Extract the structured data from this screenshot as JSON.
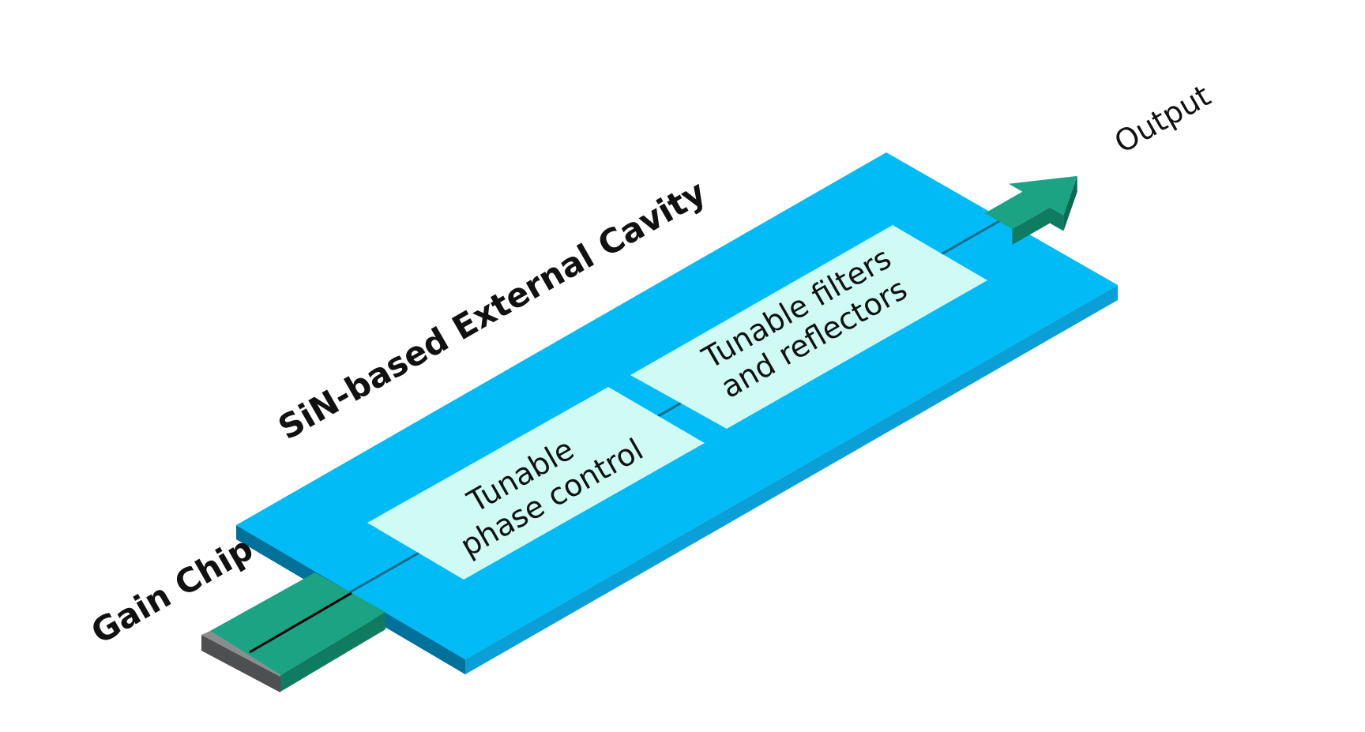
{
  "title": "SiN-based External Cavity",
  "gain_chip": "Gain Chip",
  "output": "Output",
  "blocks": [
    {
      "lines": [
        "Tunable",
        "phase control"
      ]
    },
    {
      "lines": [
        "Tunable filters",
        "and reflectors"
      ]
    }
  ],
  "colors": {
    "cavity_top": "#00bbf6",
    "cavity_side_light": "#0a9fd6",
    "cavity_side_dark": "#00719a",
    "block_fill": "#cffbf4",
    "chip_green": "#1ba383",
    "chip_green_dark": "#0f7b61",
    "chip_end": "#4d4f50",
    "waveguide": "#0b6a8a"
  }
}
